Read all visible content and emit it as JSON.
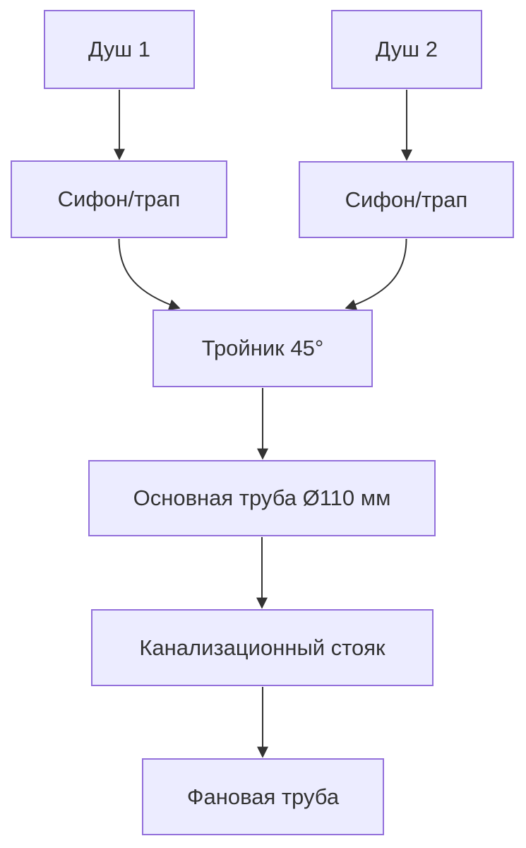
{
  "diagram": {
    "type": "flowchart",
    "direction": "top-down",
    "colors": {
      "background": "#ffffff",
      "node_fill": "#ECECFF",
      "node_border": "#9370DB",
      "text": "#333333",
      "edge": "#333333"
    },
    "nodes": [
      {
        "id": "dush1",
        "label": "Душ 1"
      },
      {
        "id": "dush2",
        "label": "Душ 2"
      },
      {
        "id": "sifon1",
        "label": "Сифон/трап"
      },
      {
        "id": "sifon2",
        "label": "Сифон/трап"
      },
      {
        "id": "troynik",
        "label": "Тройник 45°"
      },
      {
        "id": "osnovnaya",
        "label": "Основная труба Ø110 мм"
      },
      {
        "id": "stoyak",
        "label": "Канализационный стояк"
      },
      {
        "id": "fanovaya",
        "label": "Фановая труба"
      }
    ],
    "edges": [
      {
        "from": "dush1",
        "to": "sifon1",
        "style": "straight-arrow"
      },
      {
        "from": "dush2",
        "to": "sifon2",
        "style": "straight-arrow"
      },
      {
        "from": "sifon1",
        "to": "troynik",
        "style": "curved-arrow"
      },
      {
        "from": "sifon2",
        "to": "troynik",
        "style": "curved-arrow"
      },
      {
        "from": "troynik",
        "to": "osnovnaya",
        "style": "straight-arrow"
      },
      {
        "from": "osnovnaya",
        "to": "stoyak",
        "style": "straight-arrow"
      },
      {
        "from": "stoyak",
        "to": "fanovaya",
        "style": "straight-arrow"
      }
    ]
  }
}
